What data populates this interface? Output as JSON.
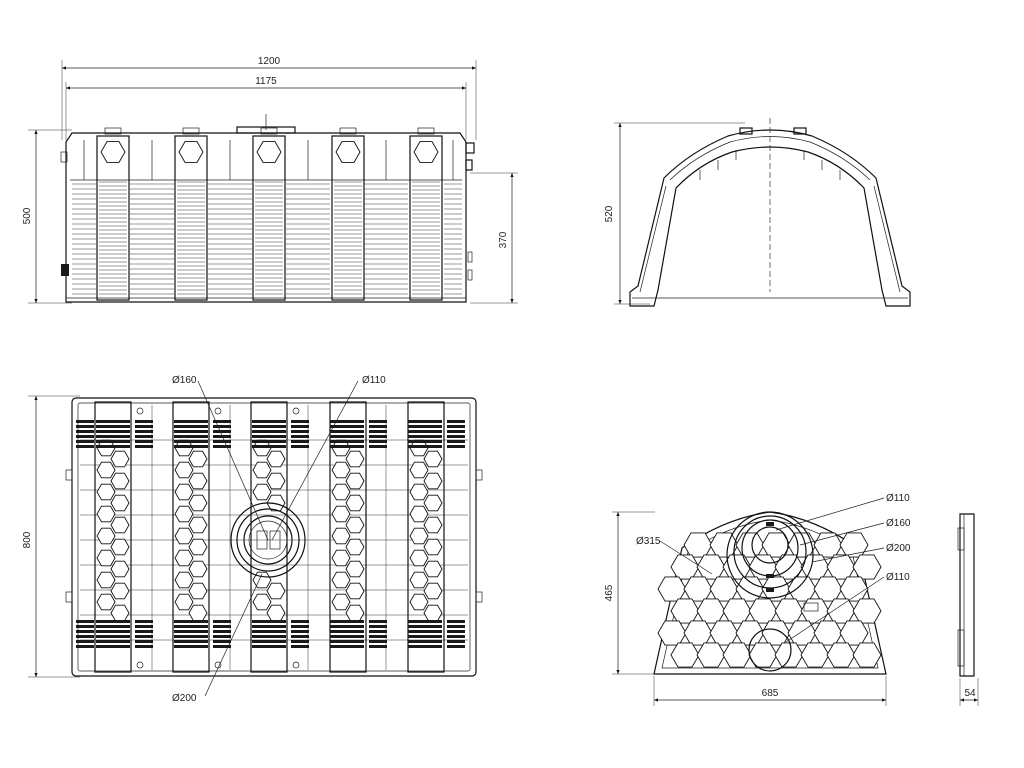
{
  "dimensions": {
    "front_width_outer": "1200",
    "front_width_inner": "1175",
    "front_height": "500",
    "front_inlet_height": "370",
    "side_height": "520",
    "plan_depth": "800",
    "end_height": "465",
    "end_width": "685",
    "profile_width": "54"
  },
  "pipe_labels": {
    "plan_d160": "Ø160",
    "plan_d110": "Ø110",
    "plan_d200": "Ø200",
    "end_d110_top": "Ø110",
    "end_d160": "Ø160",
    "end_d200": "Ø200",
    "end_d110_bottom": "Ø110",
    "end_d315": "Ø315"
  }
}
